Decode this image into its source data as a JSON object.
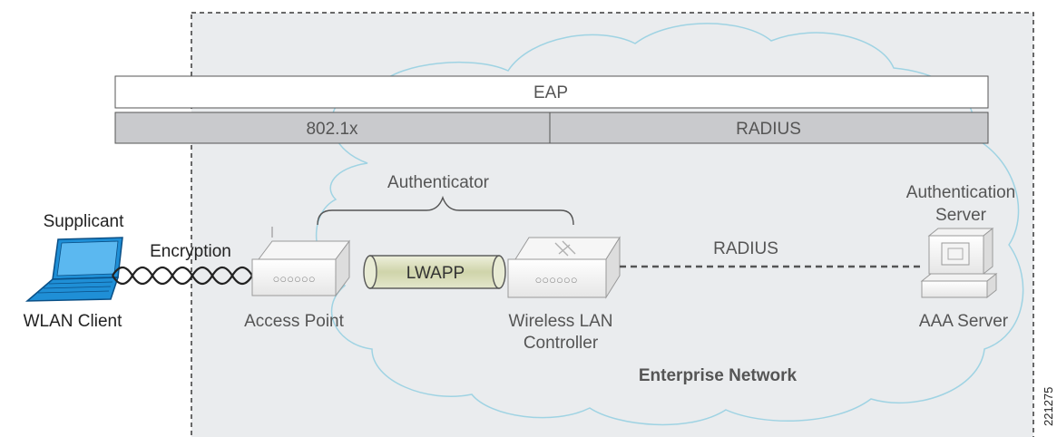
{
  "protocol_stack": {
    "eap_label": "EAP",
    "dot1x_label": "802.1x",
    "radius_label": "RADIUS"
  },
  "labels": {
    "authenticator": "Authenticator",
    "supplicant": "Supplicant",
    "wlan_client": "WLAN Client",
    "encryption": "Encryption",
    "access_point": "Access Point",
    "lwapp": "LWAPP",
    "wlc_line1": "Wireless LAN",
    "wlc_line2": "Controller",
    "radius_link": "RADIUS",
    "auth_server_line1": "Authentication",
    "auth_server_line2": "Server",
    "aaa_server": "AAA Server",
    "enterprise_network": "Enterprise Network",
    "figure_id": "221275"
  },
  "colors": {
    "enterprise_bg": "#eaecee",
    "cloud_outline": "#9fd3e3",
    "stack_gray": "#c9cacd",
    "lwapp_fill": "#d8dcbc",
    "laptop_blue": "#1f8fd6",
    "text_gray": "#555555"
  }
}
